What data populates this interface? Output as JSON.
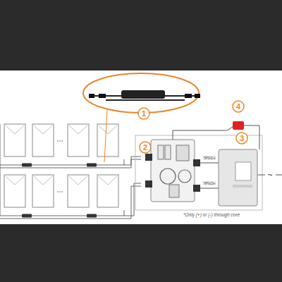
{
  "diagram": {
    "labels": [
      "1",
      "2",
      "3",
      "4",
      "*PV1+",
      "*PV2+",
      "*Only (+) or (-) through core",
      "~"
    ]
  }
}
